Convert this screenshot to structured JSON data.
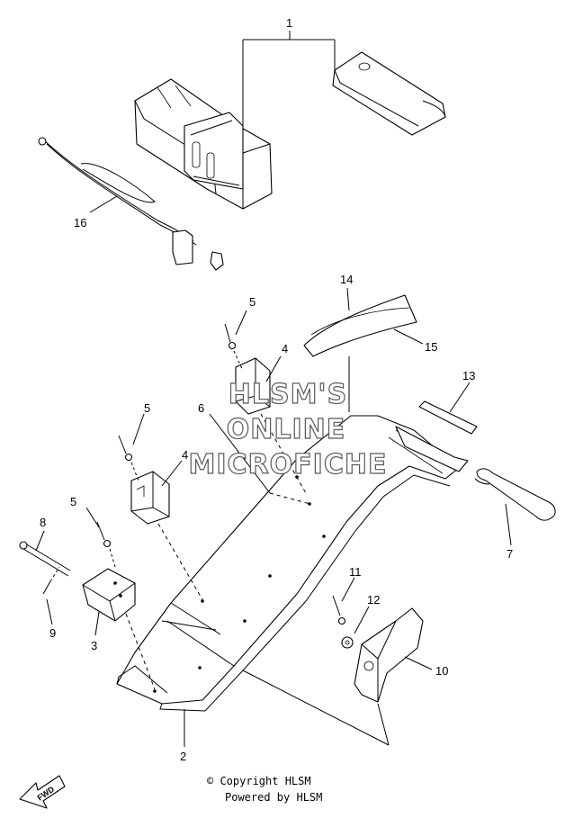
{
  "callouts": {
    "c1": "1",
    "c2": "2",
    "c3": "3",
    "c4a": "4",
    "c4b": "4",
    "c5a": "5",
    "c5b": "5",
    "c5c": "5",
    "c6": "6",
    "c7": "7",
    "c8": "8",
    "c9": "9",
    "c10": "10",
    "c11": "11",
    "c12": "12",
    "c13": "13",
    "c14": "14",
    "c15": "15",
    "c16": "16"
  },
  "watermark": {
    "line1": "HLSM'S",
    "line2": "ONLINE",
    "line3": "MICROFICHE"
  },
  "footer": {
    "copyright": "© Copyright HLSM",
    "powered": "Powered by HLSM"
  },
  "fwd_label": "FWD"
}
